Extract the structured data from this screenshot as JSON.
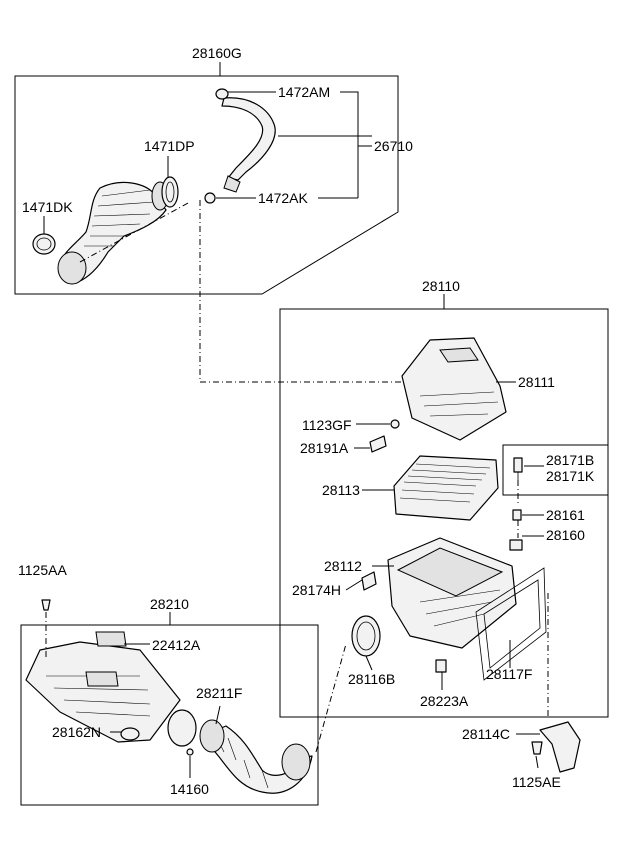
{
  "labels": {
    "l28160G": "28160G",
    "l1472AM": "1472AM",
    "l26710": "26710",
    "l1471DP": "1471DP",
    "l1471DK": "1471DK",
    "l1472AK": "1472AK",
    "l28110": "28110",
    "l28111": "28111",
    "l1123GF": "1123GF",
    "l28191A": "28191A",
    "l28171B": "28171B",
    "l28171K": "28171K",
    "l28113": "28113",
    "l28161": "28161",
    "l28160": "28160",
    "l28112": "28112",
    "l1125AA": "1125AA",
    "l28174H": "28174H",
    "l28210": "28210",
    "l22412A": "22412A",
    "l28116B": "28116B",
    "l28223A": "28223A",
    "l28117F": "28117F",
    "l28211F": "28211F",
    "l28162N": "28162N",
    "l28114C": "28114C",
    "l14160": "14160",
    "l1125AE": "1125AE"
  }
}
